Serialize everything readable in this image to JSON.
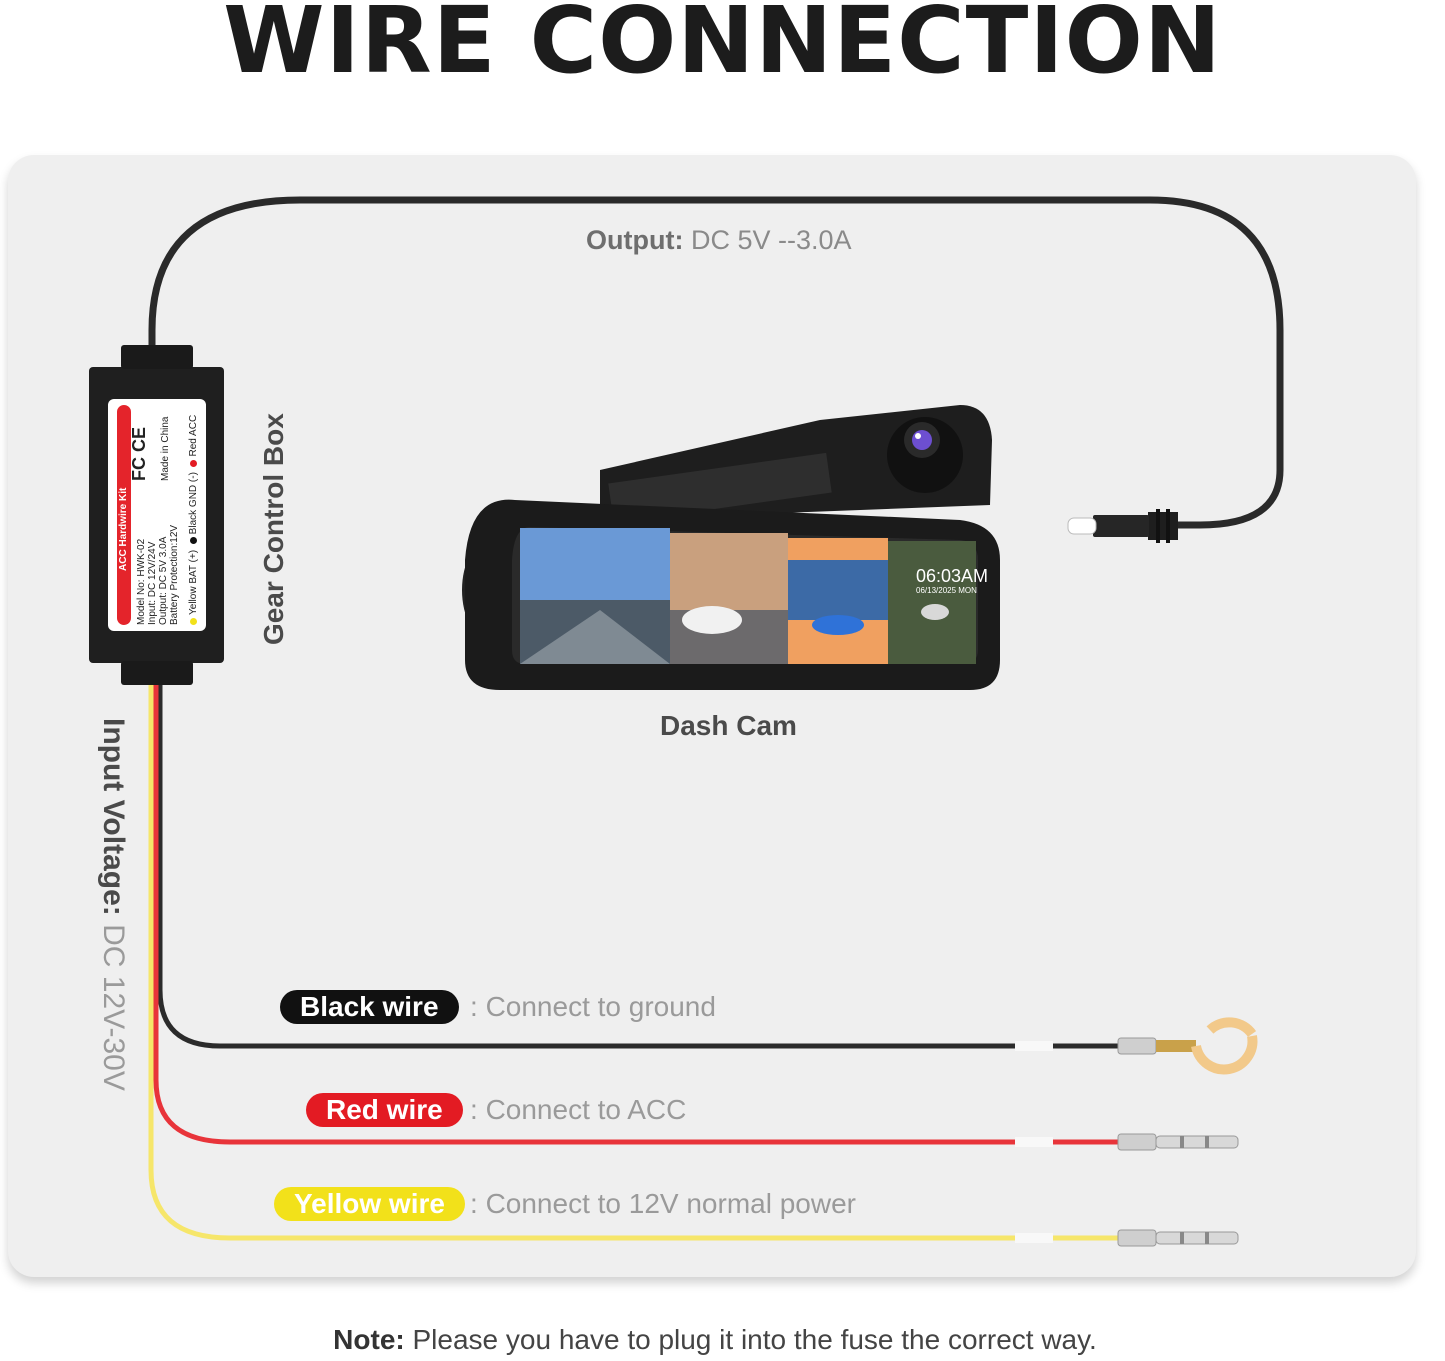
{
  "title": "WIRE CONNECTION",
  "output": {
    "label": "Output:",
    "value": "DC 5V --3.0A"
  },
  "dash_cam_label": "Dash Cam",
  "gear_box_label": "Gear Control Box",
  "input": {
    "label": "Input Voltage:",
    "value": "DC 12V-30V"
  },
  "control_box": {
    "kit_name": "ACC Hardwire Kit",
    "lines": [
      "Model No: HWK-02",
      "Input: DC 12V/24V",
      "Output: DC 5V 3.0A",
      "Battery Protection:12V"
    ],
    "marks": "FC CE",
    "made_in": "Made in China",
    "legend": [
      "Yellow BAT (+)",
      "Black GND (-)",
      "Red ACC"
    ]
  },
  "screen": {
    "time": "06:03",
    "ampm": "AM",
    "date": "06/13/2025 MON"
  },
  "wires": [
    {
      "name": "Black wire",
      "sep": ":",
      "desc": "Connect to ground",
      "color": "#2b2b2b",
      "pill_bg": "#111111",
      "pill_fg": "#ffffff"
    },
    {
      "name": "Red wire",
      "sep": ":",
      "desc": "Connect to ACC",
      "color": "#e8343a",
      "pill_bg": "#e31b23",
      "pill_fg": "#ffffff"
    },
    {
      "name": "Yellow wire",
      "sep": ":",
      "desc": "Connect to 12V normal power",
      "color": "#f6e66a",
      "pill_bg": "#f2e11a",
      "pill_fg": "#ffffff"
    }
  ],
  "note": {
    "label": "Note:",
    "text": "Please you have to plug it into the fuse the correct way."
  }
}
